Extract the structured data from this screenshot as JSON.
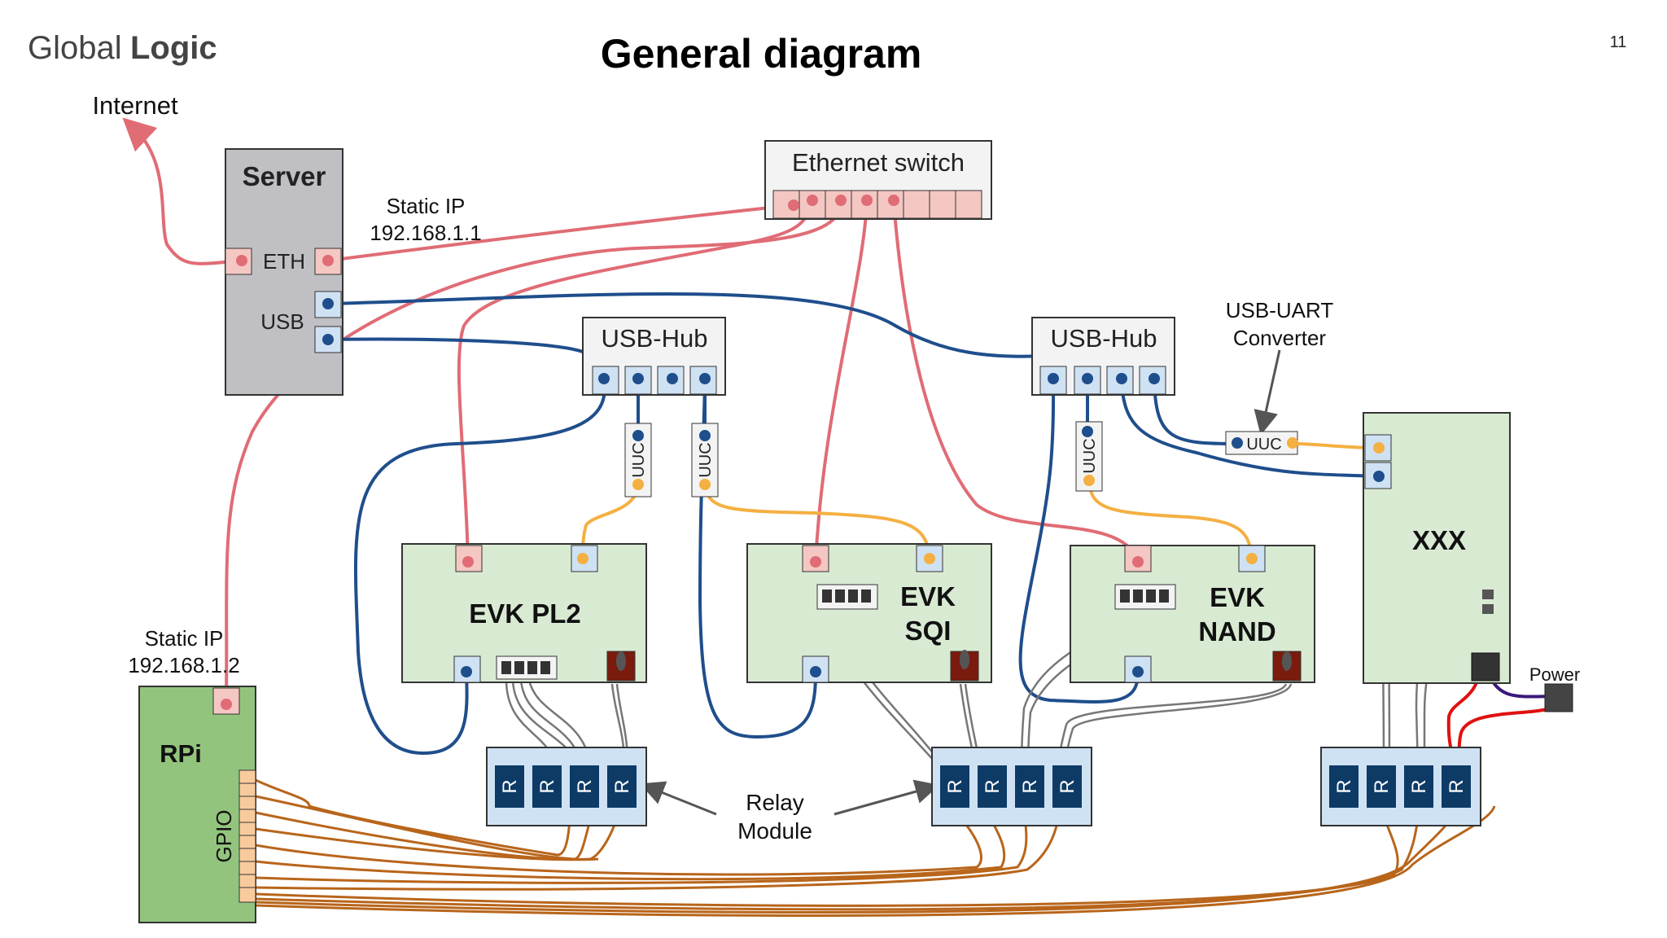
{
  "slide": {
    "title": "General diagram",
    "page_number": "11",
    "logo_prefix": "Global",
    "logo_suffix": "Logic"
  },
  "labels": {
    "internet": "Internet",
    "server_static_ip_1": "Static IP",
    "server_static_ip_2": "192.168.1.1",
    "rpi_static_ip_1": "Static IP",
    "rpi_static_ip_2": "192.168.1.2",
    "usb_uart_1": "USB-UART",
    "usb_uart_2": "Converter",
    "relay_1": "Relay",
    "relay_2": "Module",
    "power": "Power"
  },
  "devices": {
    "server": {
      "title": "Server",
      "eth": "ETH",
      "usb": "USB"
    },
    "ethernet_switch": {
      "title": "Ethernet switch"
    },
    "usb_hub_left": {
      "title": "USB-Hub"
    },
    "usb_hub_right": {
      "title": "USB-Hub"
    },
    "evk_pl2": {
      "title": "EVK PL2"
    },
    "evk_sqi": {
      "title_1": "EVK",
      "title_2": "SQI"
    },
    "evk_nand": {
      "title_1": "EVK",
      "title_2": "NAND"
    },
    "xxx": {
      "title": "XXX"
    },
    "rpi": {
      "title": "RPi",
      "gpio": "GPIO"
    },
    "uuc_label": "UUC",
    "relay_label": "R"
  },
  "colors": {
    "ethernet_cable": "#e06c75",
    "usb_cable": "#1f4e8c",
    "uart_cable": "#f4b042",
    "gpio_wire": "#b8651b",
    "relay_wire": "#777777",
    "power_red": "#e01010",
    "power_purple": "#3a1a7a",
    "device_green": "#d9ead3",
    "rpi_green": "#93c47d",
    "server_grey": "#c0c0c4",
    "relay_blue": "#0d3b66",
    "relay_bg": "#cfe2f3"
  }
}
